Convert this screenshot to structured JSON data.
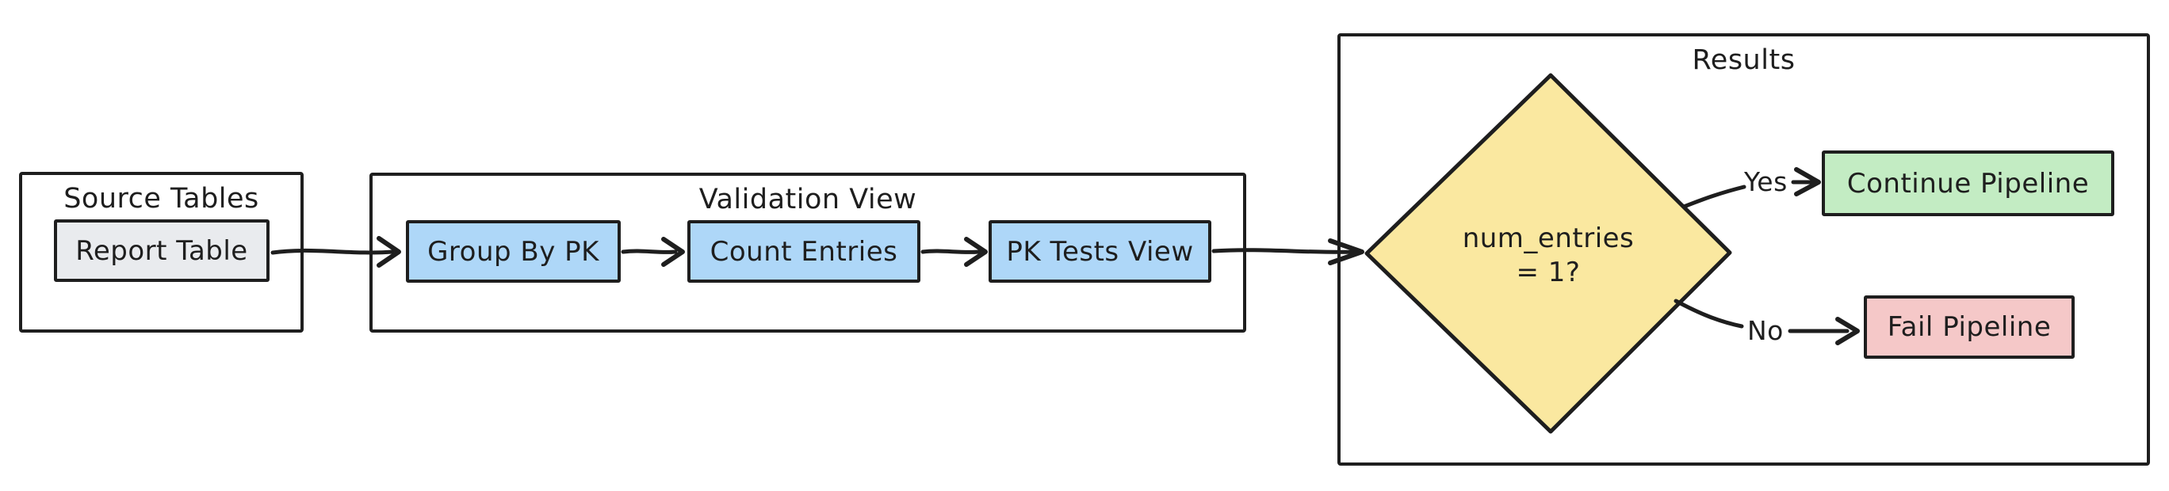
{
  "diagram": {
    "background": "#ffffff",
    "stroke_color": "#1e1e1e",
    "containers": {
      "source": {
        "title": "Source Tables"
      },
      "validation": {
        "title": "Validation View"
      },
      "results": {
        "title": "Results"
      }
    },
    "nodes": {
      "report_table": {
        "label": "Report Table",
        "fill": "#e9ebee"
      },
      "group_by_pk": {
        "label": "Group By PK",
        "fill": "#aed7f8"
      },
      "count_entries": {
        "label": "Count Entries",
        "fill": "#aed7f8"
      },
      "pk_tests_view": {
        "label": "PK Tests View",
        "fill": "#aed7f8"
      },
      "decision": {
        "line1": "num_entries",
        "line2": "= 1?",
        "fill": "#fae8a0"
      },
      "continue_pipeline": {
        "label": "Continue Pipeline",
        "fill": "#c3ecc3"
      },
      "fail_pipeline": {
        "label": "Fail Pipeline",
        "fill": "#f5c8c8"
      }
    },
    "edge_labels": {
      "yes": "Yes",
      "no": "No"
    }
  }
}
